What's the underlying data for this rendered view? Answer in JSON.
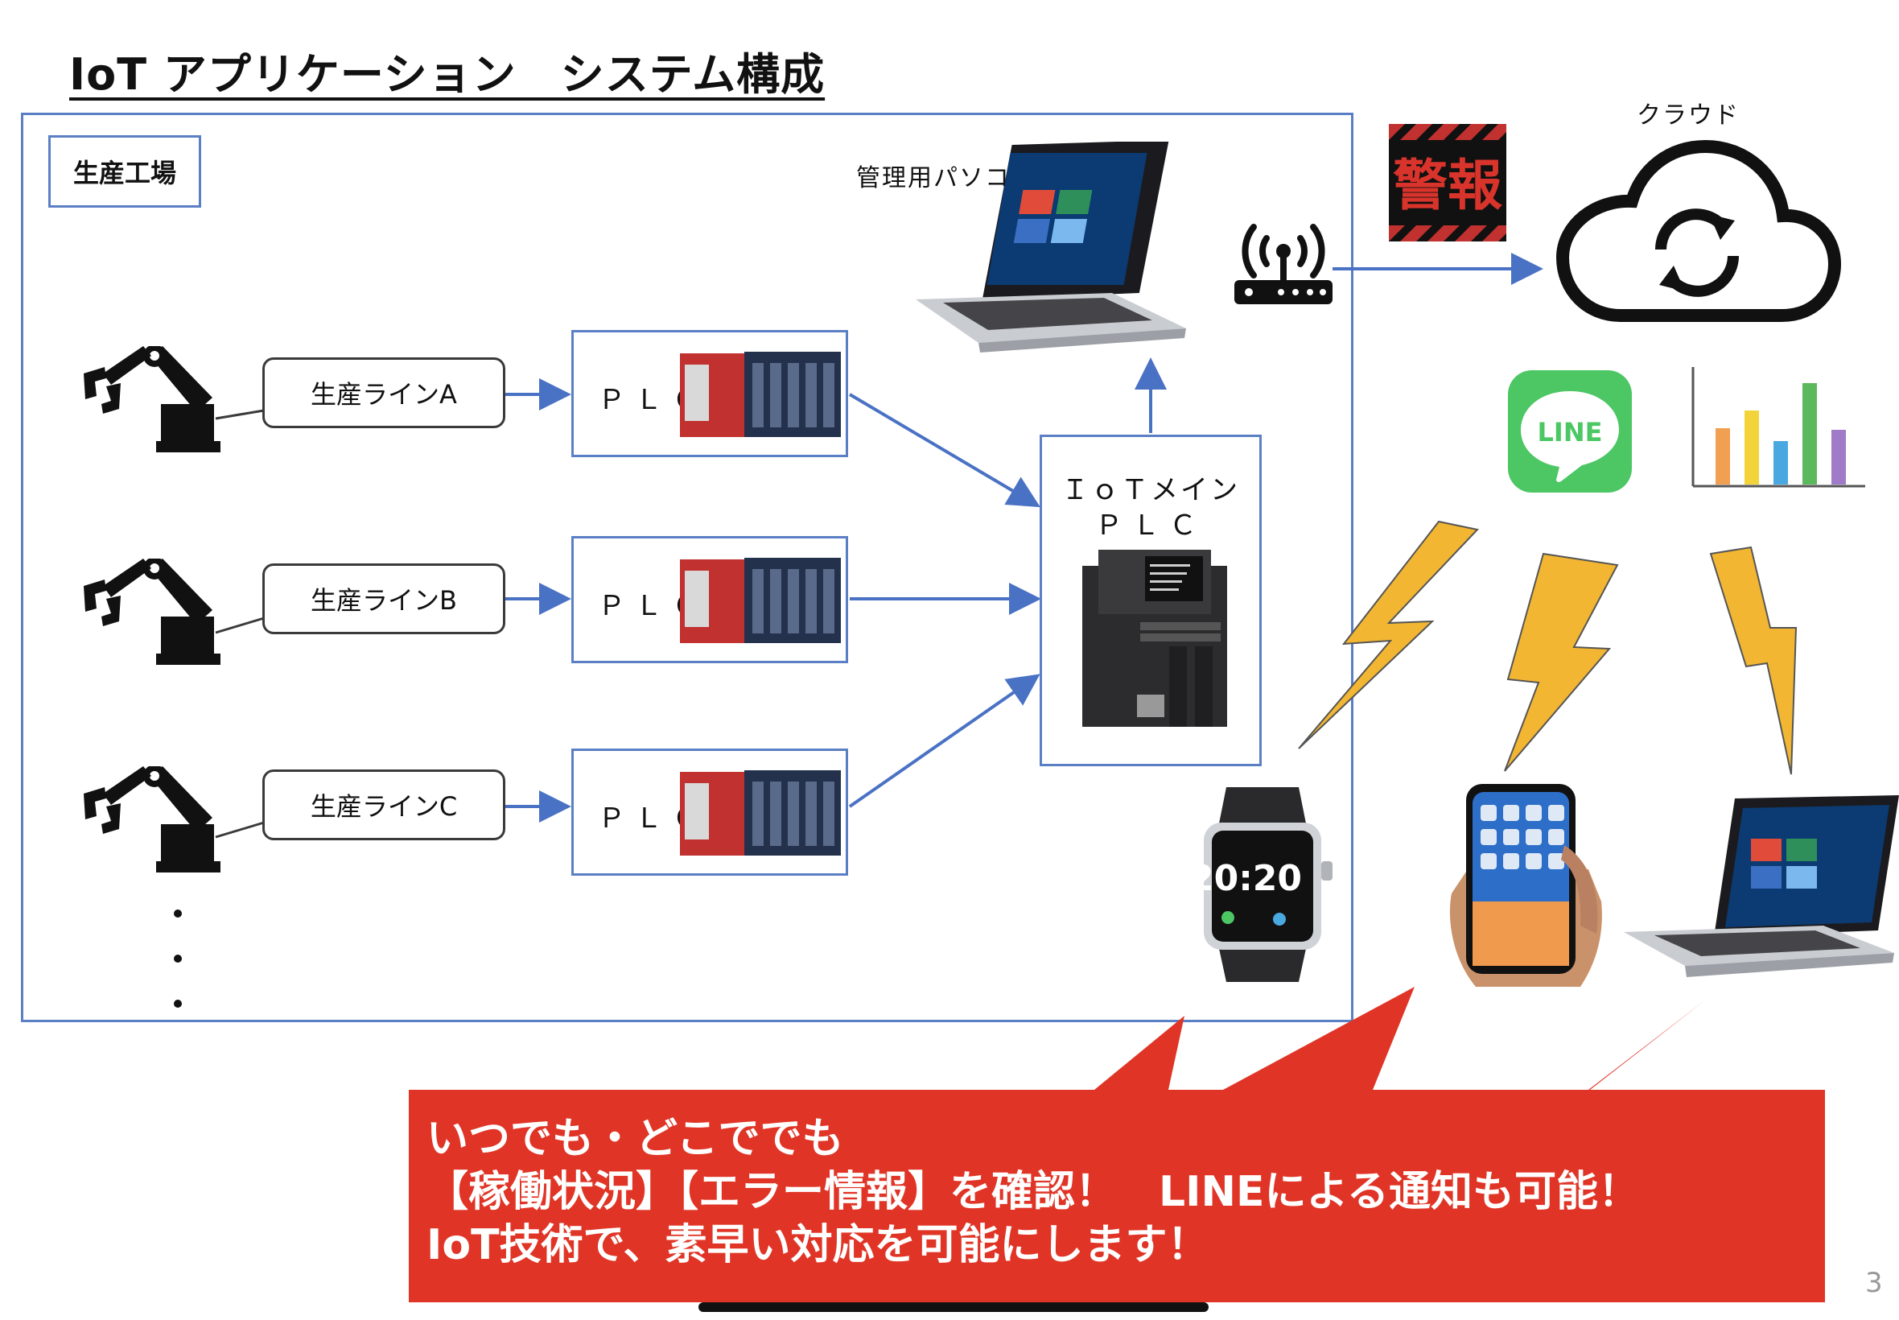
{
  "title": "IoT アプリケーション　システム構成",
  "factory_label": "生産工場",
  "lines": [
    {
      "label": "生産ラインA",
      "plc": "ＰＬＣ"
    },
    {
      "label": "生産ラインB",
      "plc": "ＰＬＣ"
    },
    {
      "label": "生産ラインC",
      "plc": "ＰＬＣ"
    }
  ],
  "iot_main": {
    "title": "ＩｏＴメイン",
    "sub": "ＰＬＣ"
  },
  "pc_label": "管理用パソコン",
  "cloud_label": "クラウド",
  "alert_text": "警報",
  "line_app_text": "LINE",
  "callout": {
    "line1": "いつでも・どこででも",
    "line2": "【稼働状況】【エラー情報】を確認！　LINEによる通知も可能！",
    "line3": "IoT技術で、素早い対応を可能にします！"
  },
  "watch_time": "20:20",
  "page_number": "3",
  "colors": {
    "frame_blue": "#5b7fc4",
    "callout_red": "#e03526",
    "bolt_yellow": "#f2b632",
    "line_green": "#4cc764",
    "plc_red": "#c0312f"
  }
}
